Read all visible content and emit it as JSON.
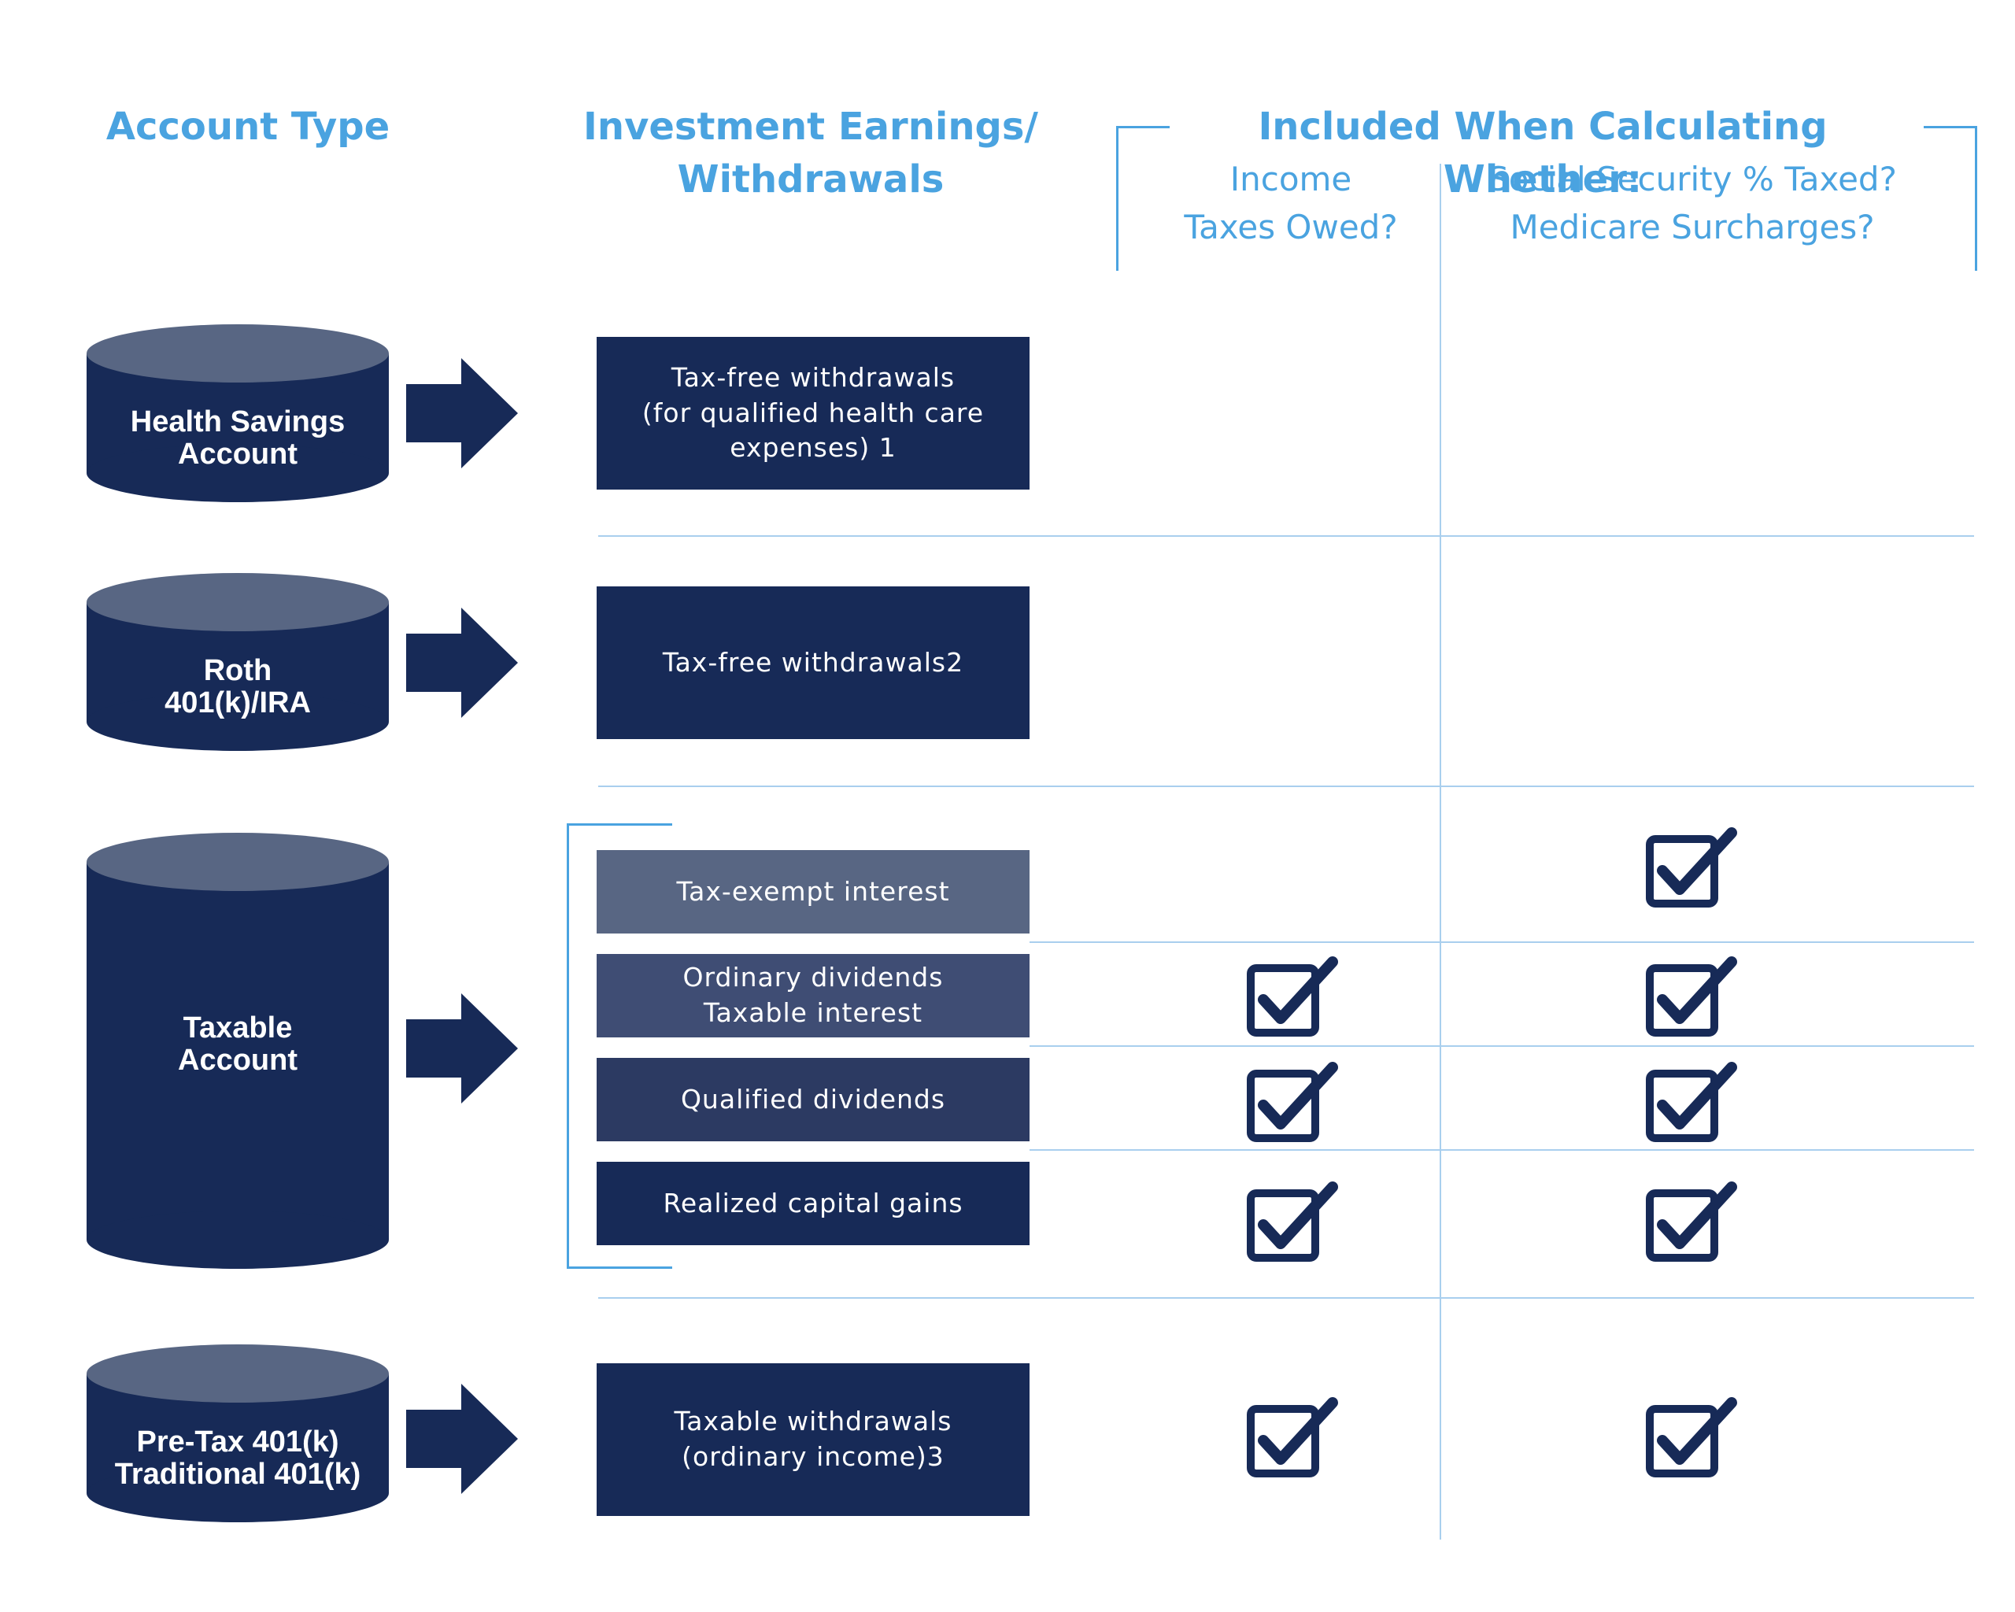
{
  "headers": {
    "account_type": "Account Type",
    "earnings": "Investment Earnings/\nWithdrawals",
    "included": "Included When Calculating Whether:",
    "col_income": "Income\nTaxes Owed?",
    "col_ss": "Social Security % Taxed?\nMedicare Surcharges?"
  },
  "accounts": {
    "hsa": "Health Savings\nAccount",
    "roth": "Roth\n401(k)/IRA",
    "taxable": "Taxable\nAccount",
    "pretax": "Pre-Tax 401(k)\nTraditional 401(k)"
  },
  "items": {
    "hsa": "Tax-free withdrawals\n(for qualified health care\nexpenses) 1",
    "roth": "Tax-free withdrawals2",
    "tax_exempt": "Tax-exempt interest",
    "ordinary": "Ordinary dividends\nTaxable interest",
    "qualified": "Qualified dividends",
    "capital_gains": "Realized capital gains",
    "pretax": "Taxable withdrawals\n(ordinary income)3"
  },
  "colors": {
    "accent": "#4aa3e0",
    "navy": "#172a57",
    "slate": "#586683",
    "mid_navy": "#3f4d74",
    "dark_slate": "#2c3a62"
  },
  "icons": {
    "arrow": "right-arrow-icon",
    "check": "checkbox-checked-icon"
  }
}
